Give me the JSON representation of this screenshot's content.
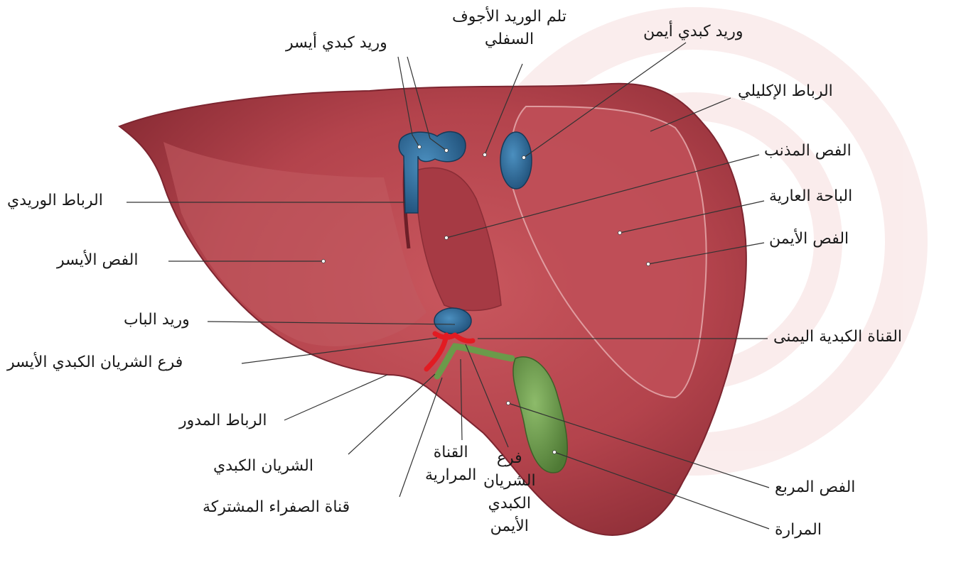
{
  "labels": {
    "left_hepatic_vein": "وريد كبدي أيسر",
    "ivc_groove": "تلم الوريد الأجوف\nالسفلي",
    "right_hepatic_vein": "وريد كبدي أيمن",
    "coronary_ligament": "الرباط الإكليلي",
    "caudate_lobe": "الفص المذنب",
    "bare_area": "الباحة العارية",
    "right_lobe": "الفص الأيمن",
    "ligamentum_venosum": "الرباط الوريدي",
    "left_lobe": "الفص الأيسر",
    "portal_vein": "وريد الباب",
    "left_hepatic_artery_branch": "فرع الشريان الكبدي الأيسر",
    "right_hepatic_duct": "القناة الكبدية اليمنى",
    "round_ligament": "الرباط المدور",
    "hepatic_artery": "الشريان الكبدي",
    "common_bile_duct": "قناة الصفراء المشتركة",
    "cystic_duct": "القناة\nالمرارية",
    "right_hepatic_artery_branch": "فرع\nالشريان\nالكبدي\nالأيمن",
    "quadrate_lobe": "الفص المربع",
    "gallbladder": "المرارة"
  },
  "colors": {
    "liver": "#b8454e",
    "liver_dark": "#8e2f38",
    "vein_blue": "#2e6f9e",
    "artery_red": "#e21b22",
    "bile_green": "#6b9a4a",
    "watermark": "#f6dede"
  }
}
